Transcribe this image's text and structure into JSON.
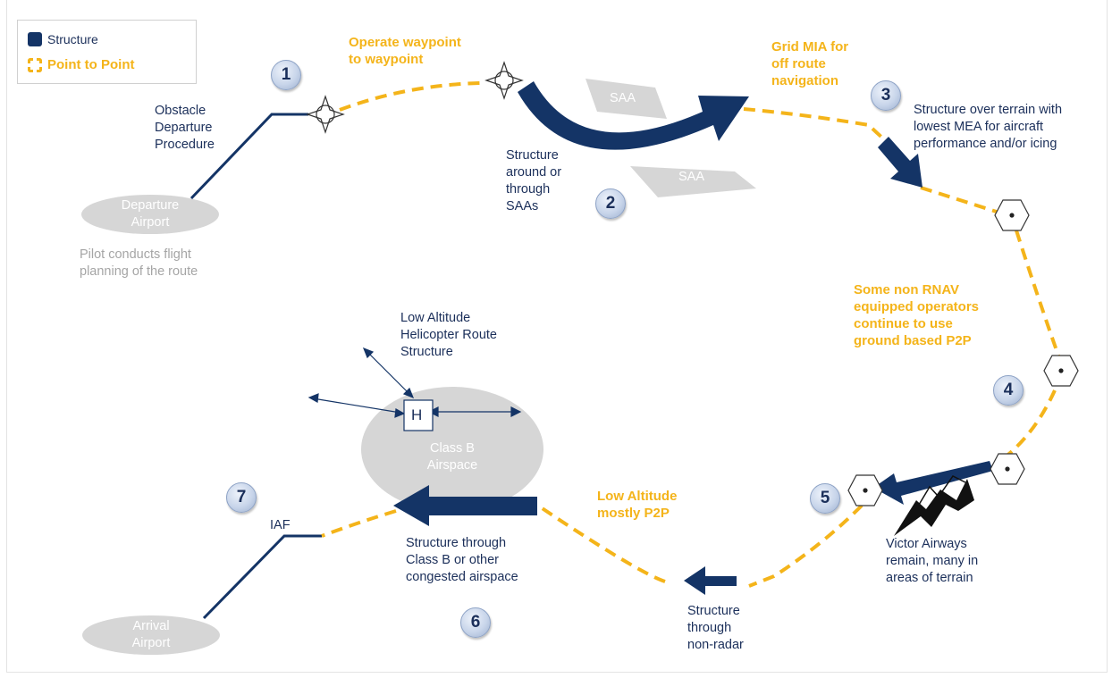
{
  "colors": {
    "structure": "#143466",
    "point_to_point": "#f4b41a",
    "area": "#d6d6d6",
    "text_gray": "#a5a5a5"
  },
  "legend": {
    "structure": "Structure",
    "point_to_point": "Point to Point"
  },
  "icons": {
    "waypoint": "compass-star-waypoint-icon",
    "vor": "hexagon-navaid-icon",
    "terrain": "mountain-icon",
    "heliport": "helipad-H-icon"
  },
  "steps": [
    "1",
    "2",
    "3",
    "4",
    "5",
    "6",
    "7"
  ],
  "labels": {
    "obstacle_departure": "Obstacle\nDeparture\nProcedure",
    "departure_airport": "Departure\nAirport",
    "flight_planning": "Pilot conducts flight\nplanning of the route",
    "operate_waypoint": "Operate waypoint\nto waypoint",
    "structure_saas": "Structure\naround or\nthrough\nSAAs",
    "saa_1": "SAA",
    "saa_2": "SAA",
    "grid_mia": "Grid MIA for\noff route\nnavigation",
    "structure_terrain": "Structure over terrain with\nlowest MEA for aircraft\nperformance and/or icing",
    "non_rnav": "Some non RNAV\nequipped operators\ncontinue to use\nground based P2P",
    "victor_airways": "Victor Airways\nremain, many in\nareas of terrain",
    "non_radar": "Structure\nthrough\nnon-radar",
    "low_altitude": "Low Altitude\nmostly P2P",
    "class_b_structure": "Structure through\nClass B or other\ncongested airspace",
    "class_b_airspace": "Class B\nAirspace",
    "helicopter_route": "Low Altitude\nHelicopter Route\nStructure",
    "heliport": "H",
    "iaf": "IAF",
    "arrival_airport": "Arrival\nAirport"
  }
}
